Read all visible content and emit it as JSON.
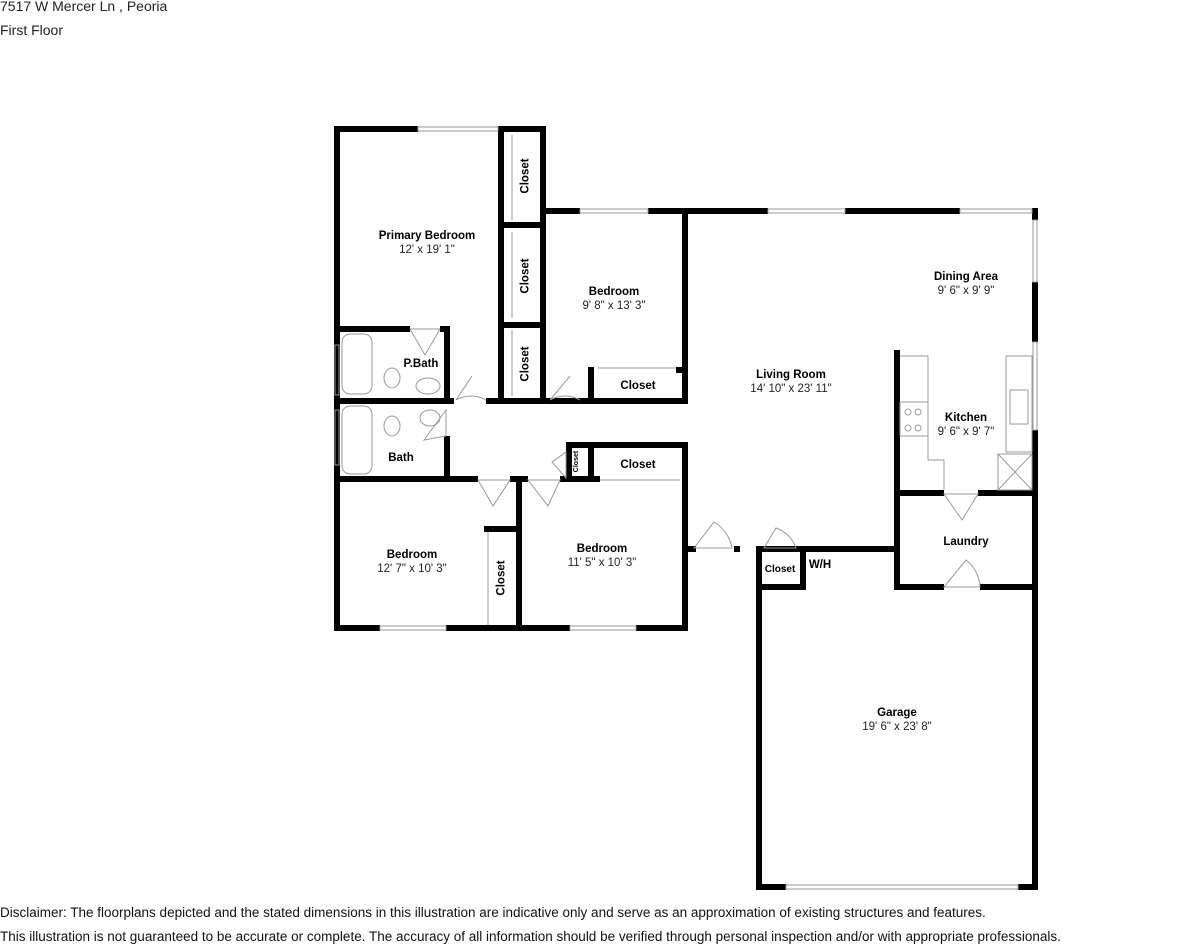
{
  "header": {
    "address": "7517 W Mercer Ln , Peoria",
    "floor": "First Floor"
  },
  "rooms": {
    "primary_bedroom": {
      "name": "Primary Bedroom",
      "dims": "12' x 19' 1\""
    },
    "bedroom_2": {
      "name": "Bedroom",
      "dims": "9' 8\" x 13' 3\""
    },
    "living_room": {
      "name": "Living Room",
      "dims": "14' 10\" x 23' 11\""
    },
    "dining_area": {
      "name": "Dining Area",
      "dims": "9' 6\" x 9' 9\""
    },
    "kitchen": {
      "name": "Kitchen",
      "dims": "9' 6\" x 9' 7\""
    },
    "p_bath": {
      "name": "P.Bath"
    },
    "bath": {
      "name": "Bath"
    },
    "bedroom_3": {
      "name": "Bedroom",
      "dims": "12' 7\" x 10' 3\""
    },
    "bedroom_4": {
      "name": "Bedroom",
      "dims": "11' 5\" x 10' 3\""
    },
    "laundry": {
      "name": "Laundry"
    },
    "wh": {
      "name": "W/H"
    },
    "garage": {
      "name": "Garage",
      "dims": "19' 6\" x 23' 8\""
    },
    "closet": "Closet"
  },
  "disclaimer": {
    "line1": "Disclaimer: The floorplans depicted and the stated dimensions in this illustration are indicative only and serve as an approximation of existing structures and features.",
    "line2": "This illustration is not guaranteed to be accurate or complete. The accuracy of all information should be verified through personal inspection and/or with appropriate professionals."
  }
}
